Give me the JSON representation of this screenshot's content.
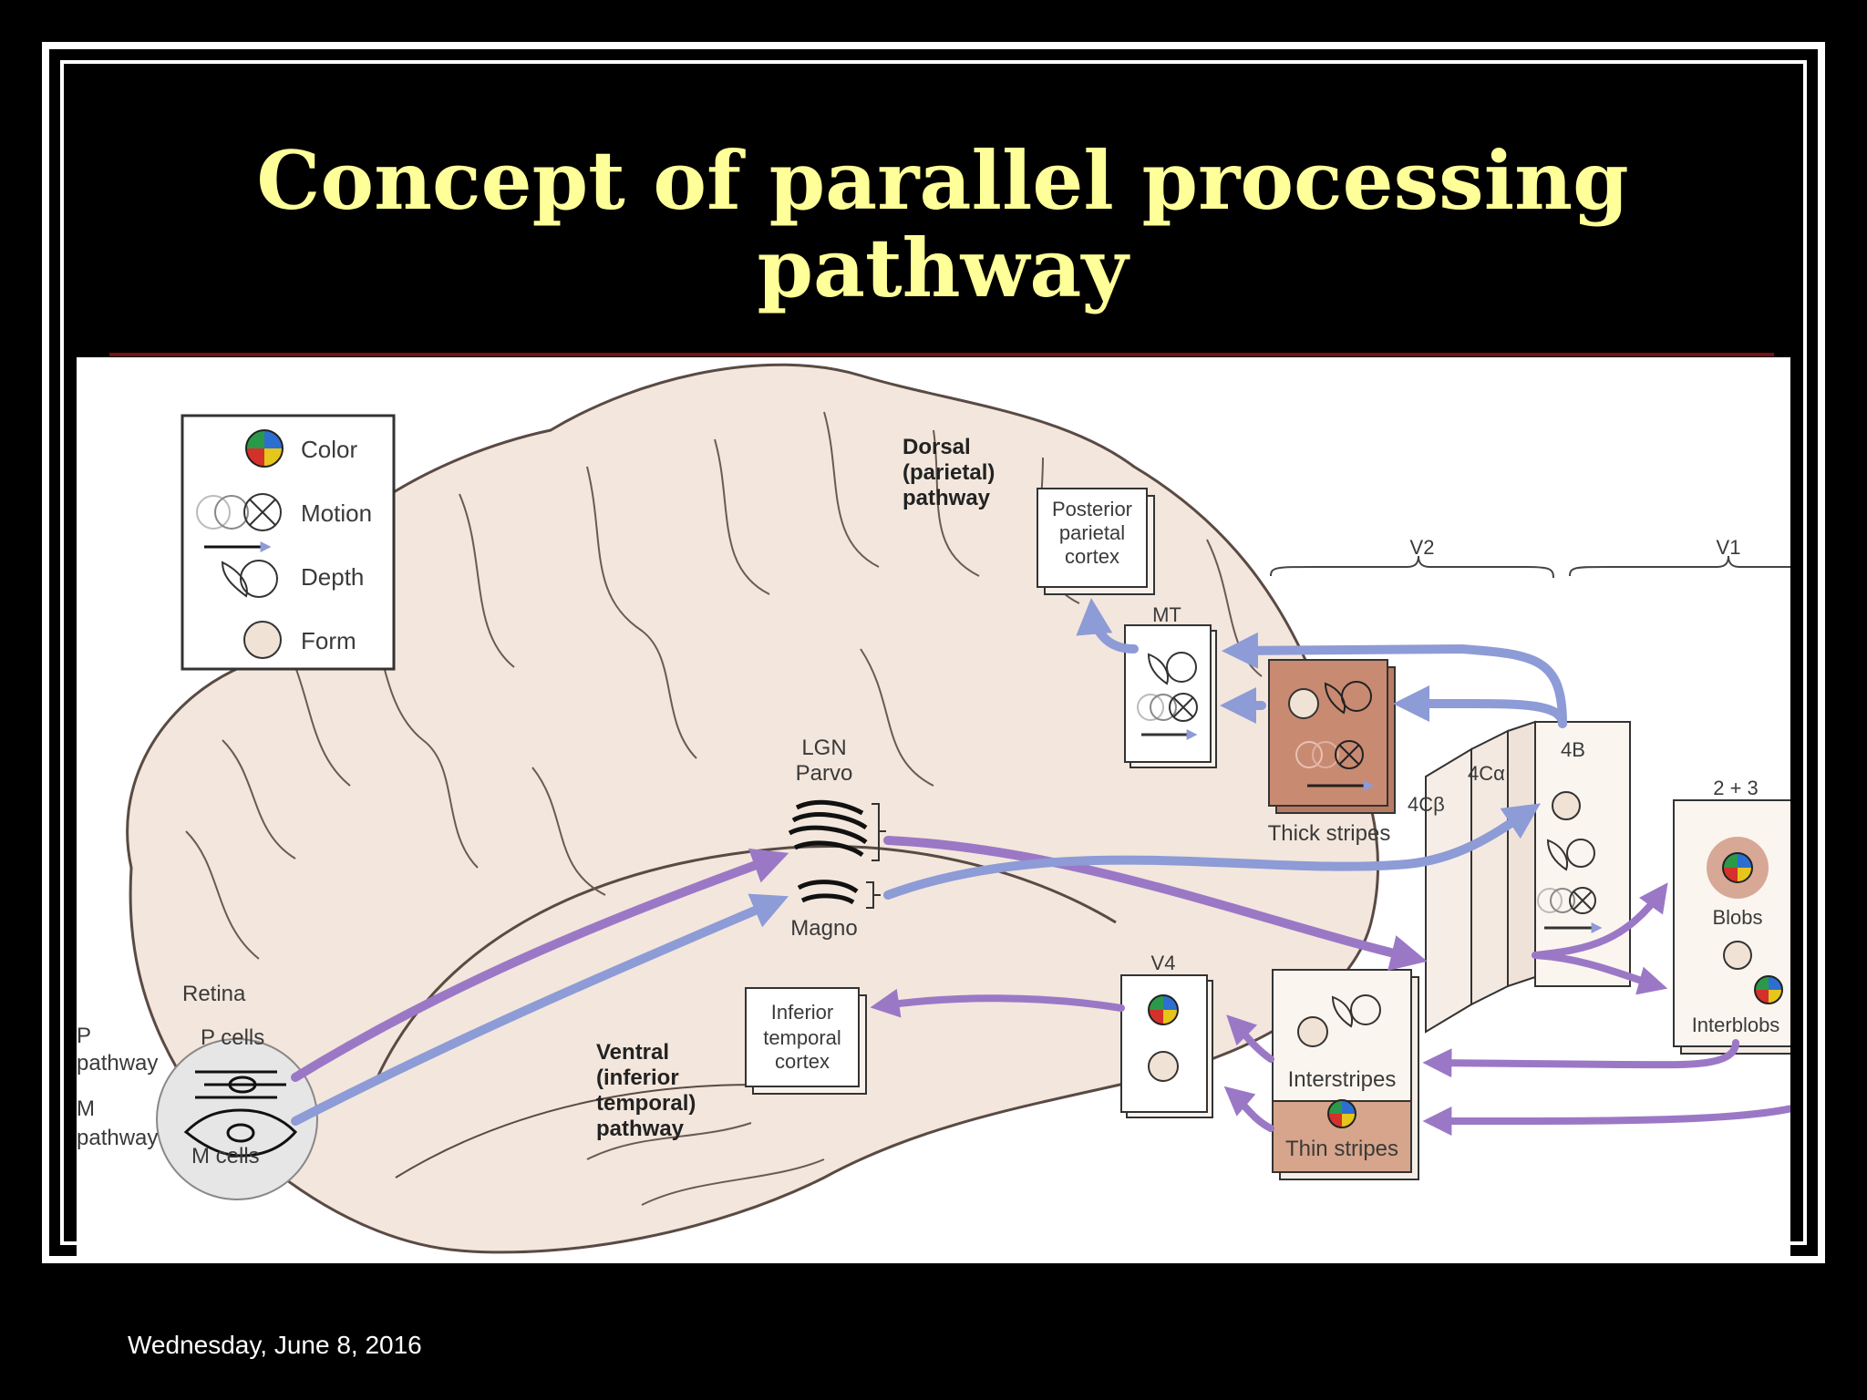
{
  "slide": {
    "title_line1": "Concept of parallel processing",
    "title_line2": "pathway",
    "date": "Wednesday, June 8, 2016"
  },
  "legend": {
    "color": "Color",
    "motion": "Motion",
    "depth": "Depth",
    "form": "Form"
  },
  "labels": {
    "dorsal_1": "Dorsal",
    "dorsal_2": "(parietal)",
    "dorsal_3": "pathway",
    "ppc_1": "Posterior",
    "ppc_2": "parietal",
    "ppc_3": "cortex",
    "v2": "V2",
    "v1": "V1",
    "mt": "MT",
    "thick_stripes": "Thick stripes",
    "layer_4ca": "4Cα",
    "layer_4b": "4B",
    "layer_4cb": "4Cβ",
    "layer_23": "2 + 3",
    "lgn": "LGN",
    "parvo": "Parvo",
    "magno": "Magno",
    "blobs": "Blobs",
    "interblobs": "Interblobs",
    "retina": "Retina",
    "p_cells": "P cells",
    "m_cells": "M cells",
    "p_path_1": "P",
    "p_path_2": "pathway",
    "m_path_1": "M",
    "m_path_2": "pathway",
    "ventral_1": "Ventral",
    "ventral_2": "(inferior",
    "ventral_3": "temporal)",
    "ventral_4": "pathway",
    "it_1": "Inferior",
    "it_2": "temporal",
    "it_3": "cortex",
    "v4": "V4",
    "interstripes": "Interstripes",
    "thin_stripes": "Thin stripes"
  },
  "colors": {
    "title": "#ffff99",
    "brain": "#f3e6dc",
    "brain_outline": "#5a4a44",
    "magno_arrow": "#8d9bd6",
    "parvo_arrow": "#9b78c6",
    "thick_stripes": "#c98a72",
    "thin_stripes": "#d6a58c"
  }
}
